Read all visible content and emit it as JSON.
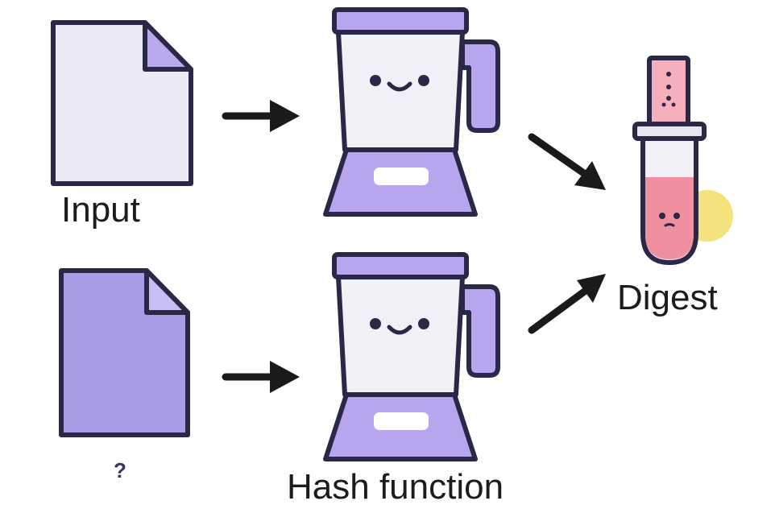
{
  "labels": {
    "input": "Input",
    "unknown_input": "?",
    "hash_function": "Hash function",
    "digest": "Digest"
  },
  "icons": [
    "document-icon",
    "blender-icon",
    "test-tube-icon",
    "arrow-right-icon",
    "arrow-diagonal-icon"
  ],
  "colors": {
    "outline": "#2b2747",
    "document_light": "#eceaf6",
    "document_purple": "#a99be6",
    "blender_purple": "#b7a6ee",
    "jar_glass": "#f1f0f7",
    "liquid_pink": "#ef8fa0",
    "tube_top_pink": "#f6b0bd",
    "yellow_circle": "#f4e27c",
    "arrow": "#1a1a1a"
  }
}
